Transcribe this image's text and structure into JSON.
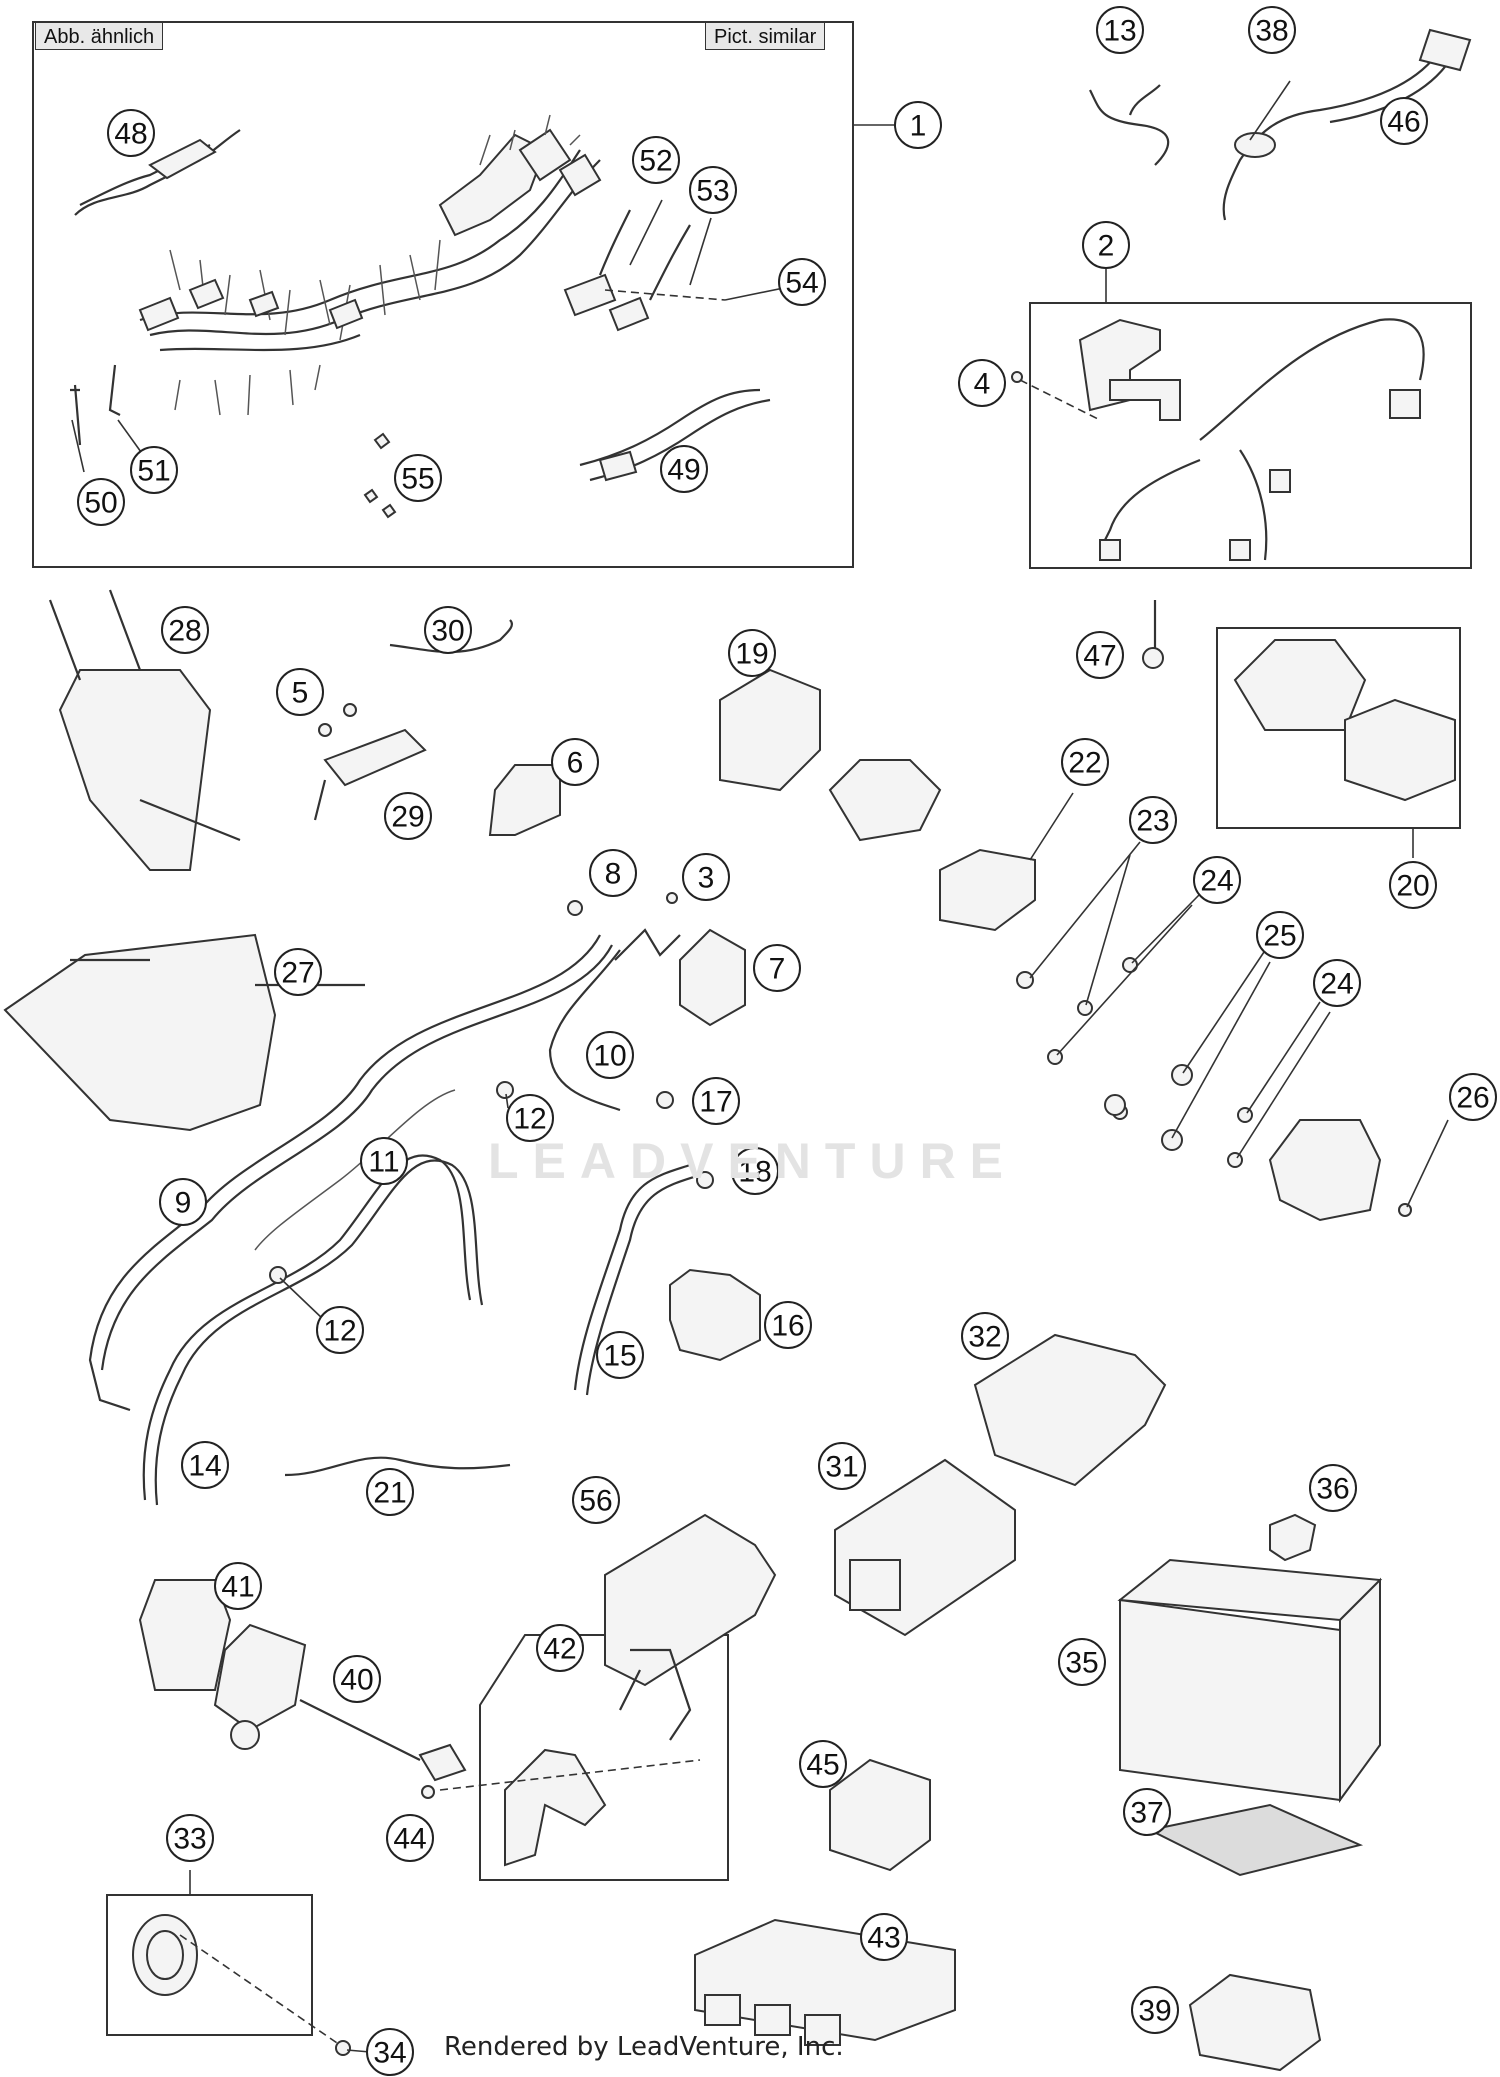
{
  "labels": {
    "left_tag": "Abb. ähnlich",
    "right_tag": "Pict. similar",
    "watermark": "LEADVENTURE",
    "rendered_by": "Rendered by LeadVenture, Inc."
  },
  "callouts": [
    "1",
    "2",
    "3",
    "4",
    "5",
    "6",
    "7",
    "8",
    "9",
    "10",
    "11",
    "12",
    "12",
    "13",
    "14",
    "15",
    "16",
    "17",
    "18",
    "19",
    "20",
    "21",
    "22",
    "23",
    "24",
    "24",
    "25",
    "26",
    "27",
    "28",
    "29",
    "30",
    "31",
    "32",
    "33",
    "34",
    "35",
    "36",
    "37",
    "38",
    "39",
    "40",
    "41",
    "42",
    "43",
    "44",
    "45",
    "46",
    "47",
    "48",
    "49",
    "50",
    "51",
    "52",
    "53",
    "54",
    "55",
    "56"
  ]
}
